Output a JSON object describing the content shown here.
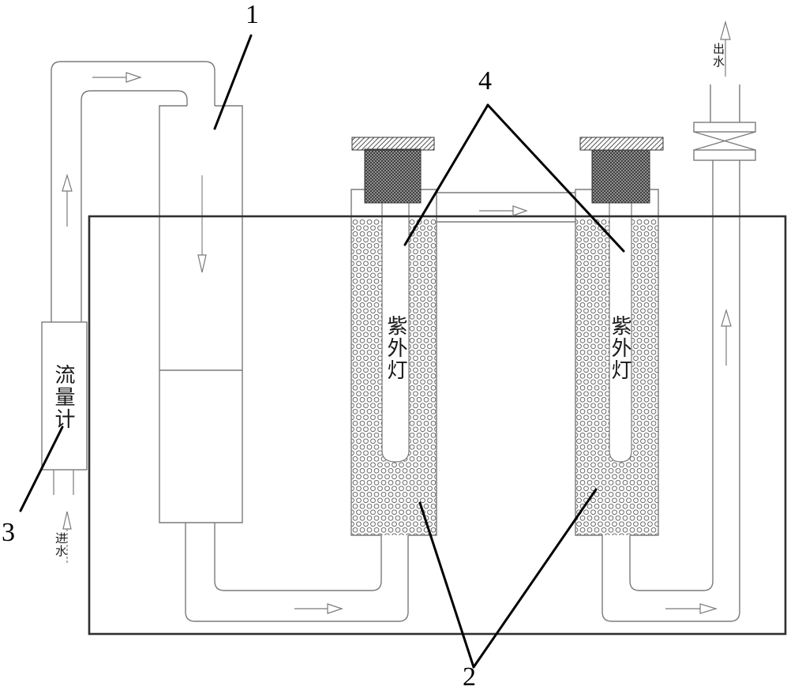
{
  "figure": {
    "callouts": {
      "c1": "1",
      "c2": "2",
      "c3": "3",
      "c4": "4"
    },
    "labels": {
      "flow_meter": "流量计",
      "uv_lamp_left": "紫外灯",
      "uv_lamp_right": "紫外灯",
      "inlet_water": "进水",
      "outlet_water": "出水"
    },
    "colors": {
      "line": "#7a7a7a",
      "tank_border": "#2f2f2f",
      "callout_line": "#000000",
      "background": "#ffffff"
    }
  }
}
